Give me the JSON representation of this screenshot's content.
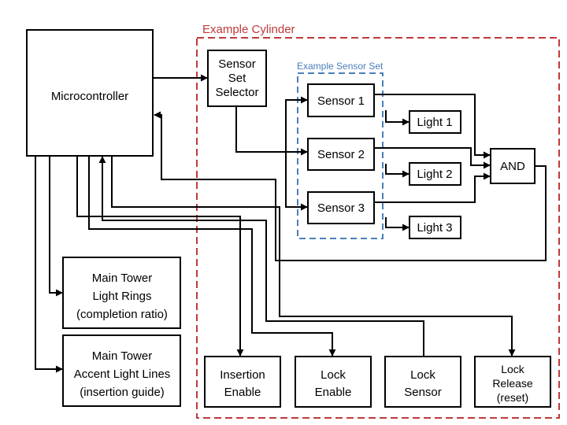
{
  "colors": {
    "cylinder": "#c0393b",
    "sensor_set": "#4a7ebb",
    "line": "#000000"
  },
  "labels": {
    "cylinder": "Example Cylinder",
    "sensor_set": "Example Sensor Set"
  },
  "blocks": {
    "microcontroller": [
      "Microcontroller"
    ],
    "selector": [
      "Sensor",
      "Set",
      "Selector"
    ],
    "sensor1": [
      "Sensor 1"
    ],
    "sensor2": [
      "Sensor 2"
    ],
    "sensor3": [
      "Sensor 3"
    ],
    "light1": [
      "Light 1"
    ],
    "light2": [
      "Light 2"
    ],
    "light3": [
      "Light 3"
    ],
    "and": [
      "AND"
    ],
    "rings": [
      "Main Tower",
      "Light Rings",
      "(completion ratio)"
    ],
    "accent": [
      "Main Tower",
      "Accent Light Lines",
      "(insertion guide)"
    ],
    "insertion": [
      "Insertion",
      "Enable"
    ],
    "lock_enable": [
      "Lock",
      "Enable"
    ],
    "lock_sensor": [
      "Lock",
      "Sensor"
    ],
    "lock_release": [
      "Lock",
      "Release",
      "(reset)"
    ]
  }
}
